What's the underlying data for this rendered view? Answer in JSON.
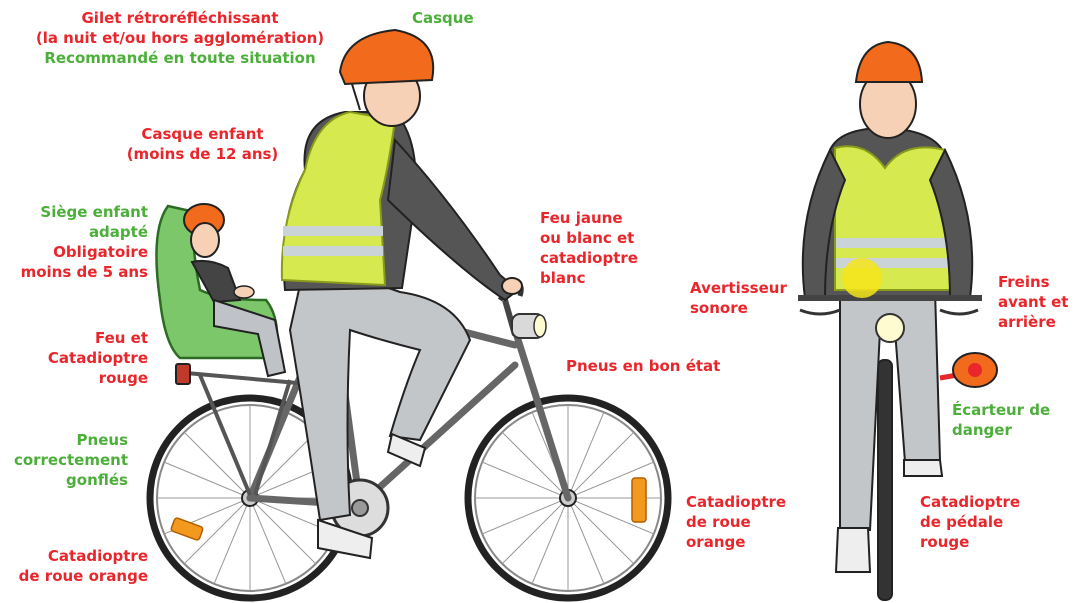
{
  "colors": {
    "required": "#e8262b",
    "recommended": "#4caf3a"
  },
  "labels": {
    "gilet": {
      "lines": [
        "Gilet rétroréfléchissant",
        "(la nuit et/ou hors agglomération)"
      ]
    },
    "gilet_reco": {
      "lines": [
        "Recommandé en toute situation"
      ]
    },
    "casque": {
      "lines": [
        "Casque"
      ]
    },
    "casque_enfant": {
      "lines": [
        "Casque enfant",
        "(moins de 12 ans)"
      ]
    },
    "siege_enfant": {
      "lines": [
        "Siège enfant",
        "adapté"
      ]
    },
    "siege_obligatoire": {
      "lines": [
        "Obligatoire",
        "moins de 5 ans"
      ]
    },
    "feu_arriere": {
      "lines": [
        "Feu et",
        "Catadioptre",
        "rouge"
      ]
    },
    "pneus_gonfles": {
      "lines": [
        "Pneus",
        "correctement",
        "gonflés"
      ]
    },
    "catadioptre_roue_arriere": {
      "lines": [
        "Catadioptre",
        "de roue orange"
      ]
    },
    "feu_avant": {
      "lines": [
        "Feu jaune",
        "ou blanc et",
        "catadioptre",
        "blanc"
      ]
    },
    "pneus_bon_etat": {
      "lines": [
        "Pneus en bon état"
      ]
    },
    "catadioptre_roue_avant": {
      "lines": [
        "Catadioptre",
        "de roue",
        "orange"
      ]
    },
    "avertisseur": {
      "lines": [
        "Avertisseur",
        "sonore"
      ]
    },
    "freins": {
      "lines": [
        "Freins",
        "avant et",
        "arrière"
      ]
    },
    "ecarteur": {
      "lines": [
        "Écarteur de",
        "danger"
      ]
    },
    "catadioptre_pedale": {
      "lines": [
        "Catadioptre",
        "de pédale",
        "rouge"
      ]
    }
  }
}
